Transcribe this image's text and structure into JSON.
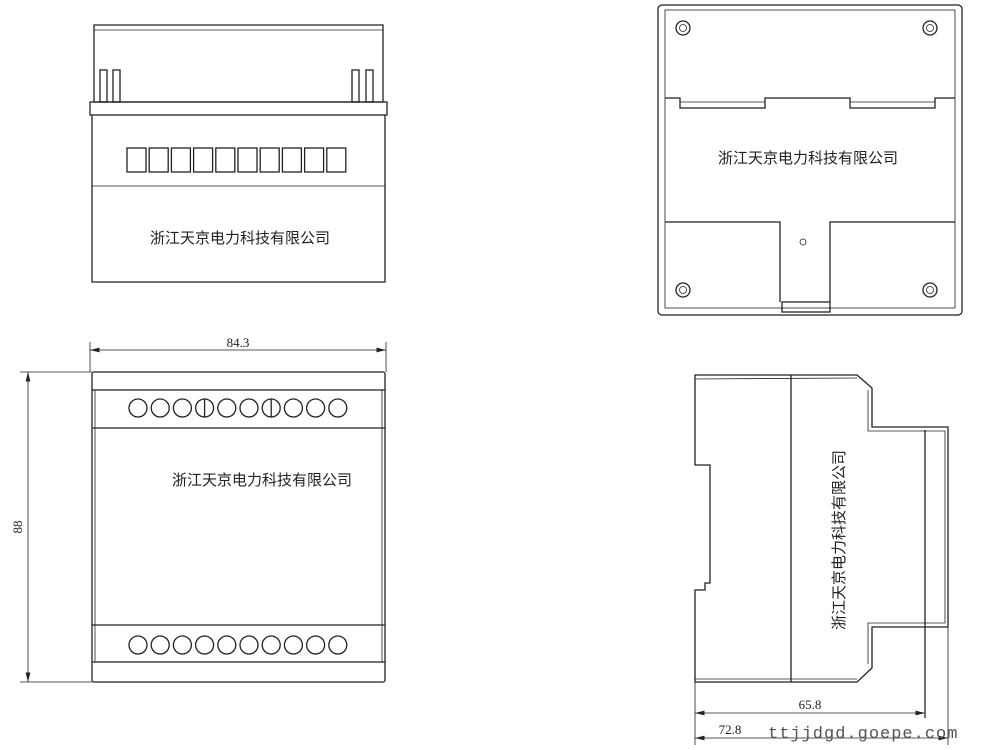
{
  "company_label": "浙江天京电力科技有限公司",
  "dimensions": {
    "width": "84.3",
    "height": "88",
    "depth_body": "65.8",
    "depth_total": "72.8"
  },
  "watermark": "ttjjdgd.goepe.com",
  "terminal_count_per_row": 10
}
